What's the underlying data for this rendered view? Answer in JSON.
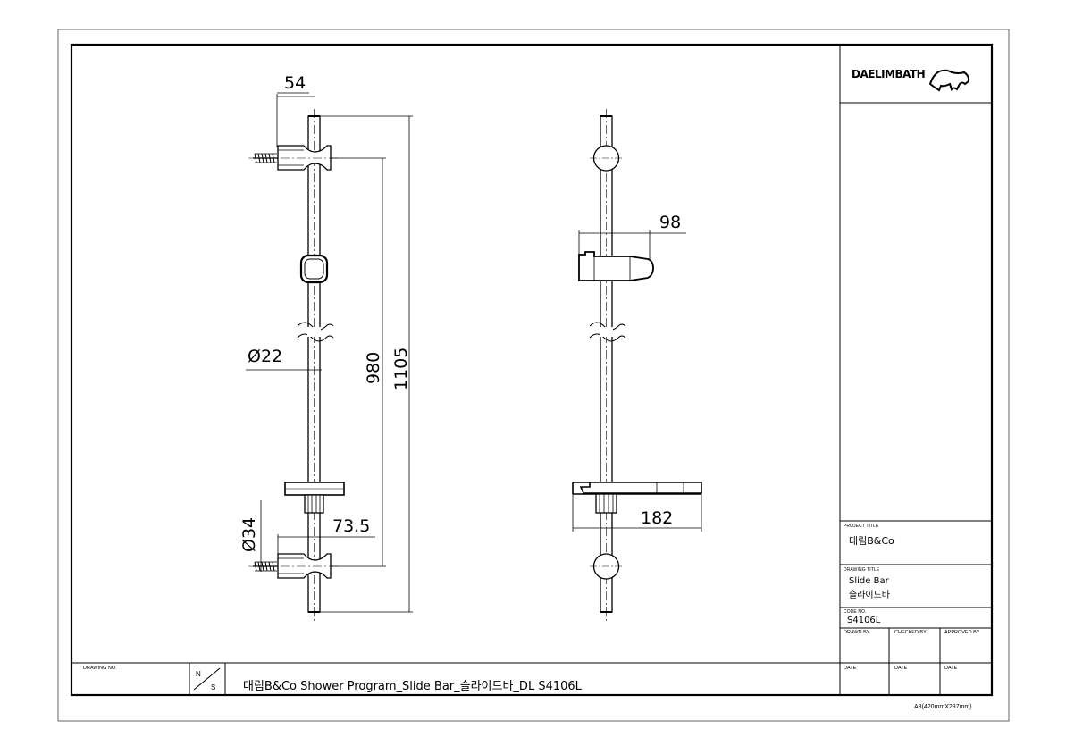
{
  "logo": {
    "text": "DAELIMBATH"
  },
  "dimensions": {
    "d54": "54",
    "d22": "Ø22",
    "d980": "980",
    "d1105": "1105",
    "d34": "Ø34",
    "d73": "73.5",
    "d98": "98",
    "d182": "182"
  },
  "title_block": {
    "project_title_label": "PROJECT TITLE",
    "project_title": "대림B&Co",
    "drawing_title_label": "DRAWING TITLE",
    "drawing_title_line1": "Slide Bar",
    "drawing_title_line2": "슬라이드바",
    "code_no_label": "CODE NO.",
    "code_no": "S4106L",
    "drawn_by": "DRAWN BY",
    "checked_by": "CHECKED BY",
    "approved_by": "APPROVED BY",
    "date1": "DATE",
    "date2": "DATE",
    "date3": "DATE"
  },
  "bottom": {
    "drawing_no_label": "DRAWING NO.",
    "scale_top": "N",
    "scale_bottom": "S",
    "title": "대림B&Co Shower Program_Slide Bar_슬라이드바_DL S4106L"
  },
  "paper_size": "A3(420mmX297mm)"
}
